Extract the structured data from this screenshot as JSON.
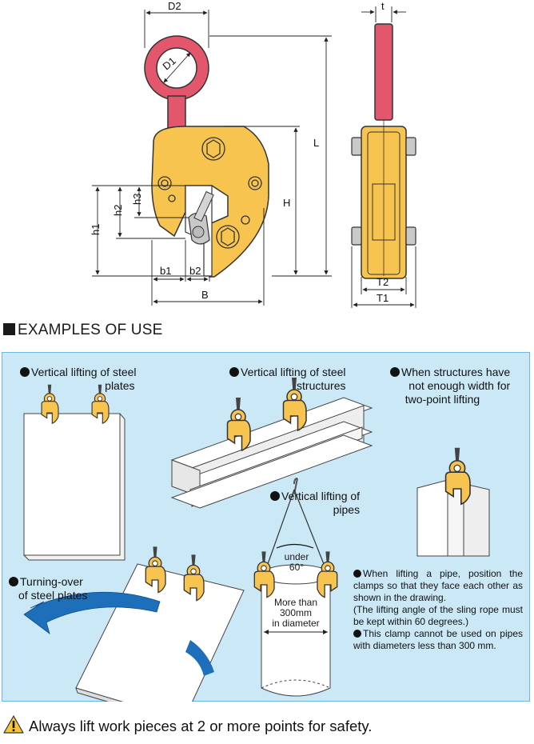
{
  "dimensions": {
    "D2": "D2",
    "D1": "D1",
    "t": "t",
    "L": "L",
    "H": "H",
    "h1": "h1",
    "h2": "h2",
    "h3": "h3",
    "b1": "b1",
    "b2": "b2",
    "B": "B",
    "T2": "T2",
    "T1": "T1"
  },
  "section_title": "EXAMPLES OF USE",
  "examples": {
    "plates": [
      "Vertical lifting of steel",
      "plates"
    ],
    "structures": [
      "Vertical lifting of steel",
      "structures"
    ],
    "narrow": [
      "When structures have",
      "not enough width for",
      "two-point lifting"
    ],
    "pipes": [
      "Vertical lifting of",
      "pipes"
    ],
    "turning": [
      "Turning-over",
      "of steel plates"
    ]
  },
  "pipe_labels": {
    "angle": [
      "under",
      "60°"
    ],
    "diameter": [
      "More than",
      "300mm",
      "in diameter"
    ]
  },
  "notes": {
    "note1": "When lifting a pipe, position the clamps so that they face each other as shown in the drawing.",
    "note1b": "(The lifting angle of the sling rope must be kept within 60 degrees.)",
    "note2": "This clamp cannot be used on pipes with diameters less than 300 mm."
  },
  "safety": "Always lift work pieces at 2 or more points for safety.",
  "colors": {
    "clamp_body": "#f8c450",
    "eye_ring": "#e2576b",
    "panel": "#cbe8f7",
    "arrow": "#1d6fba"
  }
}
